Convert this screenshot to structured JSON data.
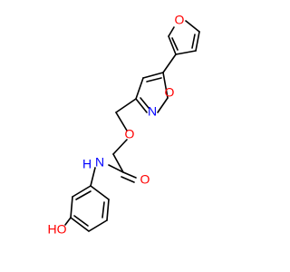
{
  "diagram": {
    "type": "chemical-structure",
    "colors": {
      "bond": "#000000",
      "oxygen": "#ff0000",
      "nitrogen": "#0000ff",
      "background": "#ffffff"
    },
    "labels": {
      "furan_o": "O",
      "isoxazole_o": "O",
      "isoxazole_n": "N",
      "ether_o": "O",
      "carbonyl_o": "O",
      "amide_nh": "H",
      "amide_n": "N",
      "hydroxyl_h": "HO"
    }
  }
}
